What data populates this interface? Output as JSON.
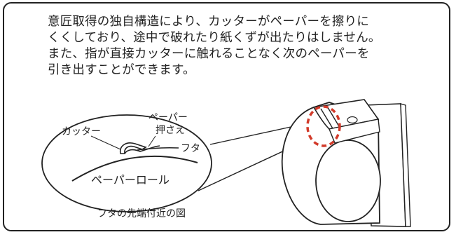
{
  "description": {
    "lines": [
      "意匠取得の独自構造により、カッターがペーパーを擦りに",
      "くくしており、途中で破れたり紙くずが出たりはしません。",
      "また、指が直接カッターに触れることなく次のペーパーを",
      "引き出すことができます。"
    ]
  },
  "diagram": {
    "labels": {
      "cutter": "カッター",
      "paper_press_line1": "ペーパー",
      "paper_press_line2": "押さえ",
      "lid": "フタ",
      "paper_roll": "ペーパーロール"
    },
    "caption": "フタの先端付近の図",
    "highlight_color": "#d23a2a"
  }
}
